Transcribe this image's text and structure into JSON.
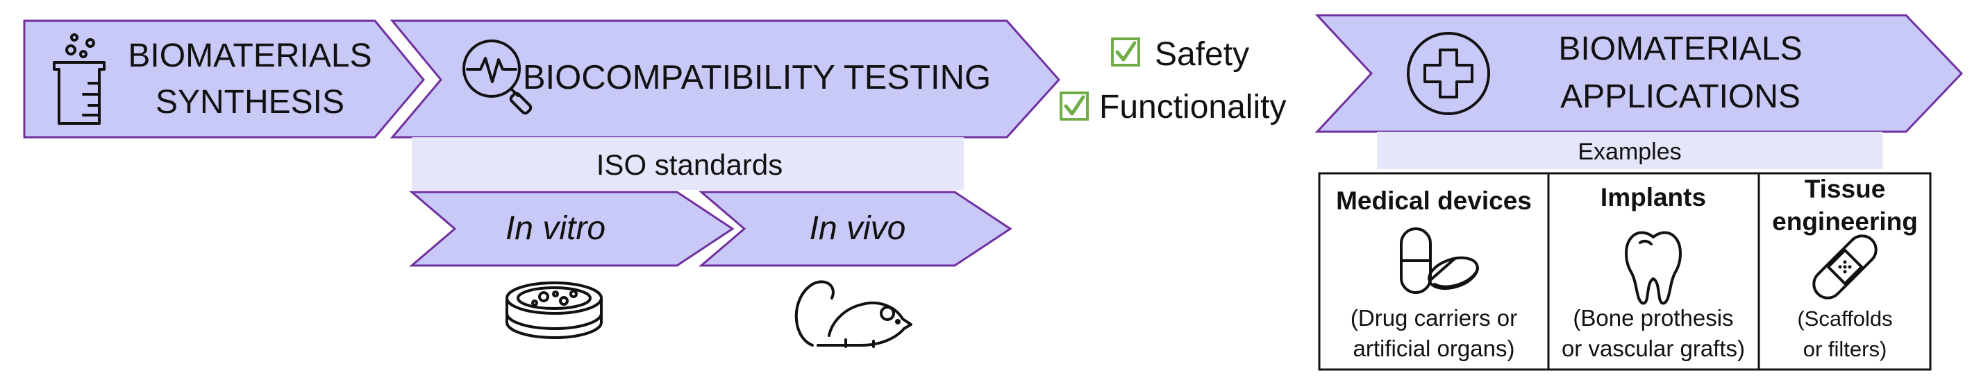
{
  "flow": {
    "synthesis": {
      "line1": "BIOMATERIALS",
      "line2": "SYNTHESIS",
      "icon": "beaker-icon"
    },
    "testing": {
      "label": "BIOCOMPATIBILITY TESTING",
      "icon": "magnifier-waveform-icon"
    },
    "iso_label": "ISO standards",
    "in_vitro": "In vitro",
    "in_vivo": "In vivo",
    "in_vitro_icon": "petri-dish-icon",
    "in_vivo_icon": "mouse-icon",
    "applications": {
      "line1": "BIOMATERIALS",
      "line2": "APPLICATIONS",
      "icon": "medical-cross-icon"
    }
  },
  "criteria": [
    {
      "label": "Safety",
      "icon": "checkbox-checked-icon"
    },
    {
      "label": "Functionality",
      "icon": "checkbox-checked-icon"
    }
  ],
  "examples": {
    "label": "Examples",
    "columns": [
      {
        "title_lines": [
          "Medical devices"
        ],
        "note_lines": [
          "(Drug carriers or",
          "artificial organs)"
        ],
        "icon": "pills-icon"
      },
      {
        "title_lines": [
          "Implants"
        ],
        "note_lines": [
          "(Bone prothesis",
          "or vascular grafts)"
        ],
        "icon": "tooth-icon"
      },
      {
        "title_lines": [
          "Tissue",
          "engineering"
        ],
        "note_lines": [
          "(Scaffolds",
          "or filters)"
        ],
        "icon": "bandage-icon"
      }
    ]
  },
  "colors": {
    "arrow_fill": "#c9c9f7",
    "arrow_stroke": "#7030a0",
    "band": "#e6e6fb",
    "check": "#70ad47",
    "ink": "#111111"
  }
}
